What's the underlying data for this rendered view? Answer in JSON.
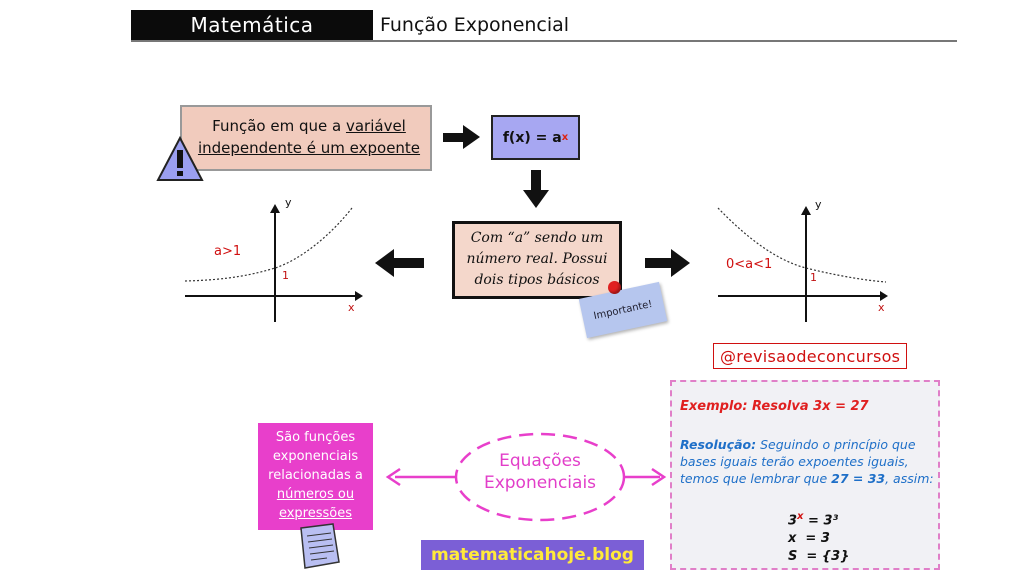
{
  "header": {
    "subject": "Matemática",
    "topic": "Função Exponencial"
  },
  "definition": {
    "line1_prefix": "Função em que a ",
    "line1_underlined": "variável",
    "line2": "independente é um expoente"
  },
  "formula": {
    "base": "f(x) = a",
    "exponent": "x"
  },
  "center_box": {
    "text": "Com “a” sendo um número real. Possui dois tipos básicos"
  },
  "sticky_note": "Importante!",
  "graph_left": {
    "condition": "a>1",
    "y_label": "y",
    "x_label": "x",
    "intercept": "1"
  },
  "graph_right": {
    "condition": "0<a<1",
    "y_label": "y",
    "x_label": "x",
    "intercept": "1"
  },
  "handle": "@revisaodeconcursos",
  "pink_box": {
    "line1": "São funções",
    "line2": "exponenciais",
    "line3": "relacionadas a",
    "line4": "números ou",
    "line5": "expressões"
  },
  "oval": {
    "line1": "Equações",
    "line2": "Exponenciais"
  },
  "blog": "matematicahoje.blog",
  "example": {
    "title": "Exemplo: Resolva 3x = 27",
    "resolution_label": "Resolução:",
    "resolution_text_1": " Seguindo o princípio que bases iguais terão expoentes iguais, temos que lembrar que ",
    "resolution_bold": "27 = 33",
    "resolution_text_2": ", assim:",
    "step1_base": "3",
    "step1_exp": "x",
    "step1_rhs": " = 3³",
    "step2": "x  = 3",
    "step3": "S  = {3}"
  },
  "colors": {
    "definition_bg": "#f1cbbd",
    "formula_bg": "#a7a7f2",
    "center_bg": "#f4d7cb",
    "pink": "#e83fcb",
    "blog_bg": "#7b5fd6",
    "blog_text": "#ffea3a",
    "accent_red": "#d01010",
    "example_blue": "#1e6fc8"
  }
}
